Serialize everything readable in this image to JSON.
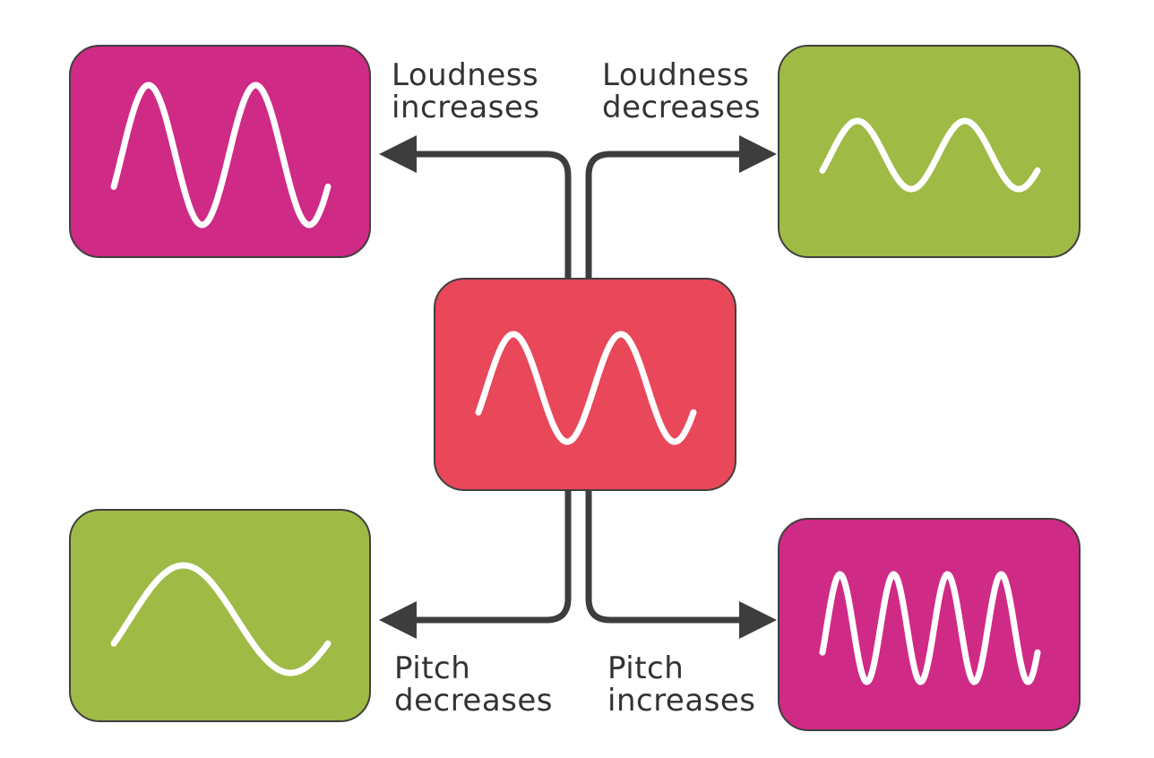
{
  "colors": {
    "magenta": "#cf2a86",
    "green": "#9fba45",
    "red": "#e9475a",
    "wave": "#ffffff",
    "arrow": "#3d3d3d",
    "text": "#333333"
  },
  "labels": {
    "loudness_increases": [
      "Loudness",
      "increases"
    ],
    "loudness_decreases": [
      "Loudness",
      "decreases"
    ],
    "pitch_decreases": [
      "Pitch",
      "decreases"
    ],
    "pitch_increases": [
      "Pitch",
      "increases"
    ]
  },
  "boxes": {
    "center": {
      "color": "red",
      "cycles": 2,
      "amplitude_level": "medium"
    },
    "top_left": {
      "color": "magenta",
      "cycles": 2,
      "amplitude_level": "high"
    },
    "top_right": {
      "color": "green",
      "cycles": 2,
      "amplitude_level": "low"
    },
    "bottom_left": {
      "color": "green",
      "cycles": 1,
      "amplitude_level": "medium"
    },
    "bottom_right": {
      "color": "magenta",
      "cycles": 4,
      "amplitude_level": "medium"
    }
  }
}
